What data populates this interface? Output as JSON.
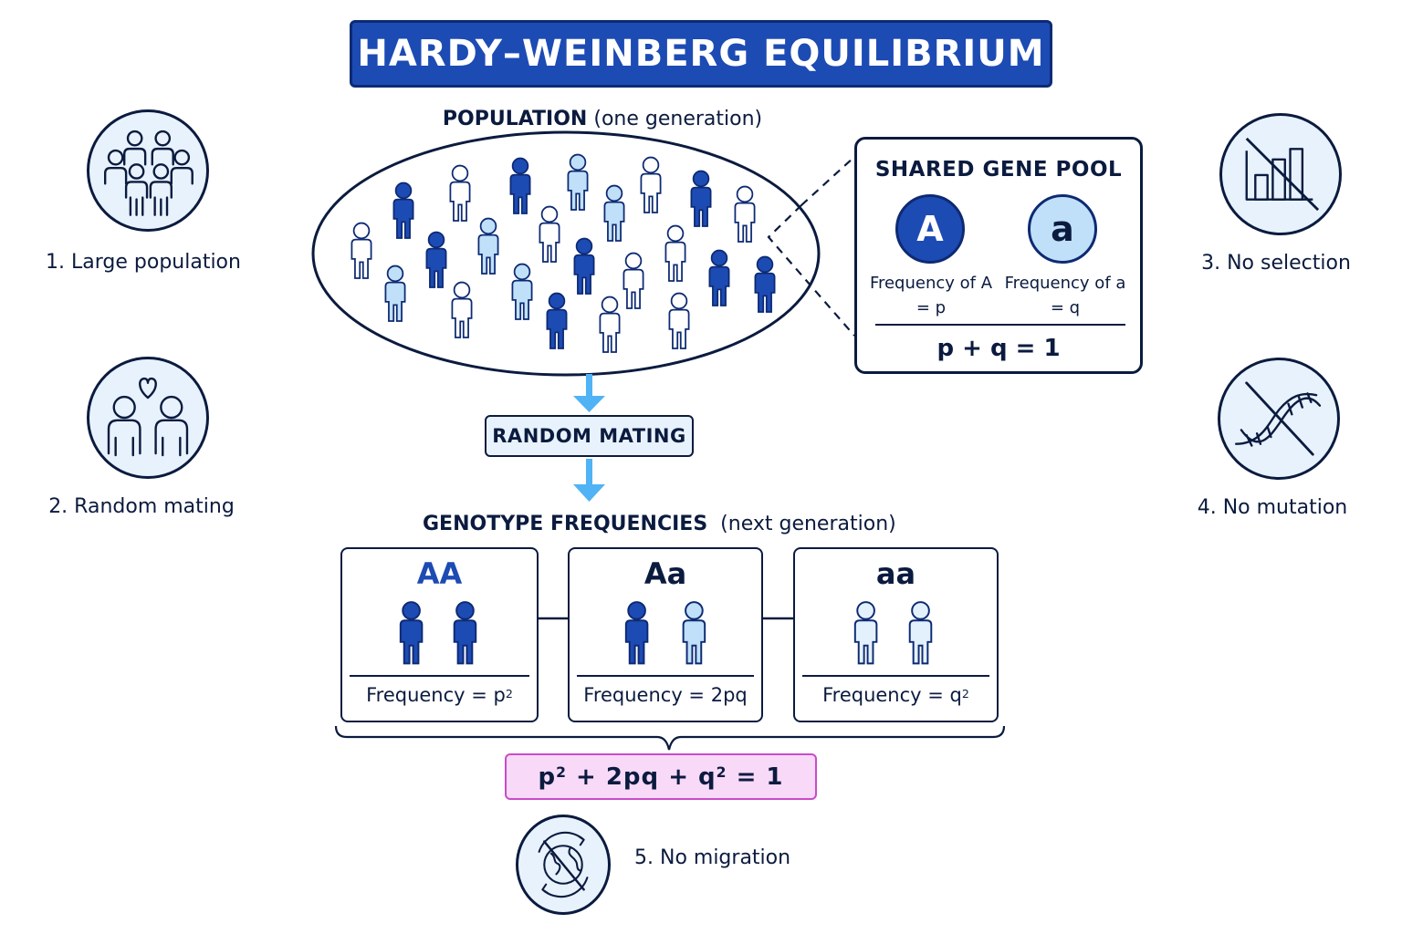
{
  "title": "HARDY–WEINBERG EQUILIBRIUM",
  "population": {
    "label_bold": "POPULATION",
    "label_rest": "(one generation)"
  },
  "gene_pool": {
    "title": "SHARED GENE POOL",
    "allele_A": {
      "symbol": "A",
      "freq_line1": "Frequency of A",
      "freq_line2": "= p",
      "fill": "#1d4bb4"
    },
    "allele_a": {
      "symbol": "a",
      "freq_line1": "Frequency of a",
      "freq_line2": "= q",
      "fill": "#bfe0f8"
    },
    "equation": "p + q = 1"
  },
  "random_mating": "RANDOM MATING",
  "genotype": {
    "label_bold": "GENOTYPE FREQUENCIES",
    "label_rest": "(next generation)",
    "boxes": [
      {
        "title": "AA",
        "freq_prefix": "Frequency = ",
        "freq_base": "p",
        "freq_sup": "2",
        "title_color": "#1d4bb4"
      },
      {
        "title": "Aa",
        "freq_prefix": "Frequency = ",
        "freq_base": "2pq",
        "freq_sup": "",
        "title_color": "#0b1b3f"
      },
      {
        "title": "aa",
        "freq_prefix": "Frequency = ",
        "freq_base": "q",
        "freq_sup": "2",
        "title_color": "#0b1b3f"
      }
    ]
  },
  "final_equation": {
    "p": "p",
    "p_sup": "2",
    "middle": " + 2pq + ",
    "q": "q",
    "q_sup": "2",
    "end": " = 1"
  },
  "conditions": [
    {
      "label": "1. Large population",
      "icon": "group-of-people-icon"
    },
    {
      "label": "2. Random mating",
      "icon": "couple-with-heart-icon"
    },
    {
      "label": "3. No selection",
      "icon": "no-selection-bar-chart-icon"
    },
    {
      "label": "4. No mutation",
      "icon": "no-mutation-dna-icon"
    },
    {
      "label": "5. No migration",
      "icon": "no-migration-globe-icon"
    }
  ],
  "colors": {
    "dark_blue": "#1d4bb4",
    "light_blue": "#bfe0f8",
    "arrow": "#4fb3f5",
    "navy": "#0b1b3f",
    "pink_fill": "#f8d9f8"
  }
}
